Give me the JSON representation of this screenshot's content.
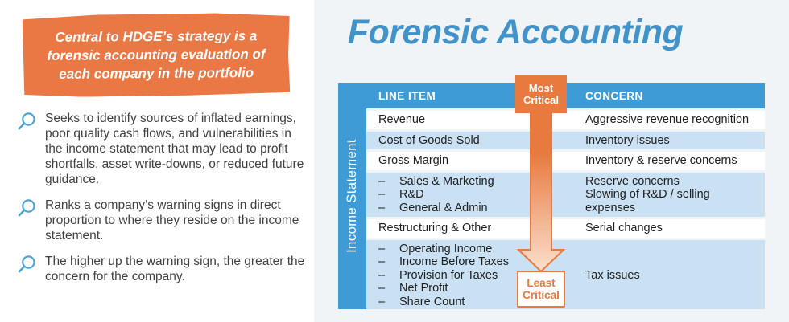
{
  "theme": {
    "blue": "#3E9BD5",
    "row_blue": "#C9E1F2",
    "orange": "#E8793F",
    "callout_orange": "#E97845",
    "title_blue": "#4193C9",
    "panel_bg": "#F1F4F6",
    "text_dark": "#1F1F1F",
    "text_gray": "#414141",
    "magnifier_blue": "#4DA3D6"
  },
  "left_panel": {
    "callout": {
      "text": "Central to HDGE’s strategy is a forensic accounting evaluation of each company in the portfolio"
    },
    "bullets": [
      {
        "icon": "magnifier-icon",
        "text": "Seeks to identify sources of inflated earnings, poor quality cash flows, and vulnerabilities in the income statement that may lead to profit shortfalls, asset write-downs, or reduced future guidance."
      },
      {
        "icon": "magnifier-icon",
        "text": "Ranks a company’s warning signs in direct proportion to where they reside on the income statement."
      },
      {
        "icon": "magnifier-icon",
        "text": "The higher up the warning sign, the greater the concern for the company."
      }
    ]
  },
  "main": {
    "title": "Forensic Accounting",
    "table": {
      "side_label": "Income Statement",
      "header": {
        "line_item": "LINE ITEM",
        "concern": "CONCERN"
      },
      "dash": "–",
      "rows": [
        {
          "shade": "white",
          "sub": false,
          "line_items": [
            "Revenue"
          ],
          "concerns": [
            "Aggressive revenue recognition"
          ]
        },
        {
          "shade": "blue",
          "sub": false,
          "line_items": [
            "Cost of Goods Sold"
          ],
          "concerns": [
            "Inventory issues"
          ]
        },
        {
          "shade": "white",
          "sub": false,
          "line_items": [
            "Gross Margin"
          ],
          "concerns": [
            "Inventory & reserve concerns"
          ]
        },
        {
          "shade": "blue",
          "sub": true,
          "line_items": [
            "Sales & Marketing",
            "R&D",
            "General & Admin"
          ],
          "concerns": [
            "Reserve concerns",
            "Slowing of R&D / selling expenses"
          ]
        },
        {
          "shade": "white",
          "sub": false,
          "line_items": [
            "Restructuring & Other"
          ],
          "concerns": [
            "Serial changes"
          ]
        },
        {
          "shade": "blue",
          "sub": true,
          "line_items": [
            "Operating Income",
            "Income Before Taxes",
            "Provision for Taxes",
            "Net Profit",
            "Share Count"
          ],
          "concerns": [
            "Tax issues"
          ]
        }
      ]
    },
    "arrow": {
      "top_label": "Most Critical",
      "bottom_label": "Least Critical"
    }
  }
}
